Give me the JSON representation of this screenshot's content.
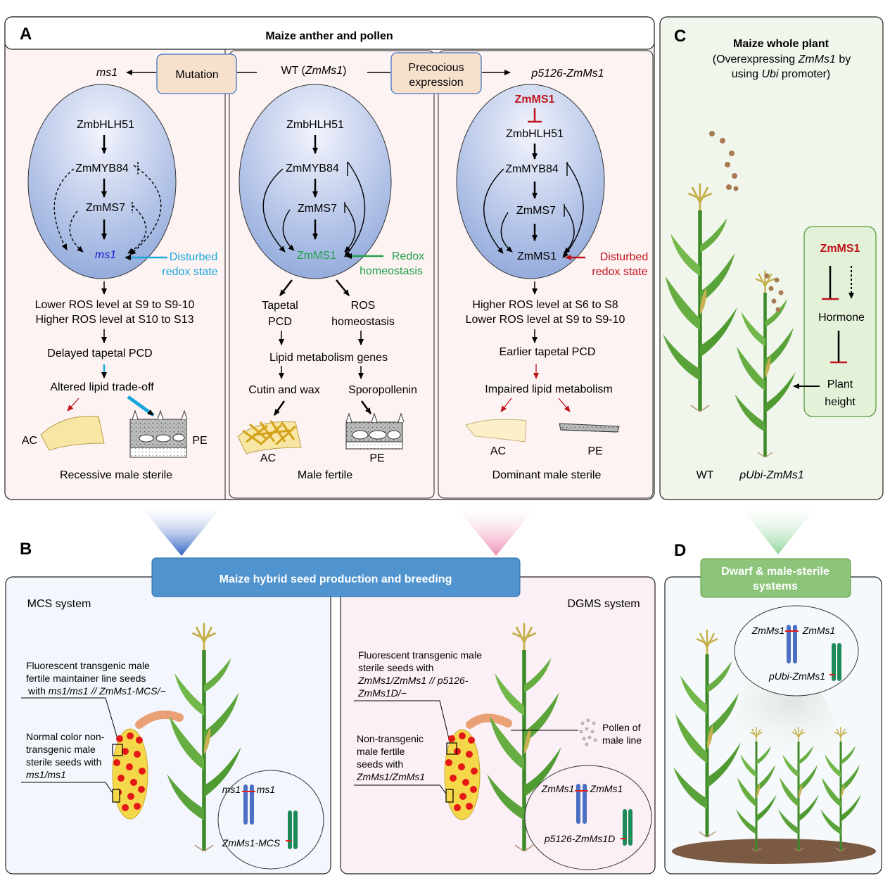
{
  "panels": {
    "A": {
      "letter": "A",
      "title": "Maize anther and pollen",
      "top": {
        "ms1": "ms1",
        "mutation": "Mutation",
        "wt_prefix": "WT (",
        "wt_gene": "ZmMs1",
        "wt_suffix": ")",
        "precocious_line1": "Precocious",
        "precocious_line2": "expression",
        "p5126": "p5126-ZmMs1"
      },
      "left": {
        "genes": [
          "ZmbHLH51",
          "ZmMYB84",
          "ZmMS7",
          "ms1"
        ],
        "arrow_label_line1": "Disturbed",
        "arrow_label_line2": "redox state",
        "flow": [
          "Lower ROS level at S9 to S9-10",
          "Higher ROS level at S10 to S13",
          "Delayed tapetal PCD",
          "Altered lipid trade-off"
        ],
        "ac": "AC",
        "pe": "PE",
        "footer": "Recessive male sterile"
      },
      "middle": {
        "genes": [
          "ZmbHLH51",
          "ZmMYB84",
          "ZmMS7",
          "ZmMS1"
        ],
        "arrow_label_line1": "Redox",
        "arrow_label_line2": "homeostasis",
        "tapetal_line1": "Tapetal",
        "tapetal_line2": "PCD",
        "ros_line1": "ROS",
        "ros_line2": "homeostasis",
        "lipid": "Lipid metabolism genes",
        "cutin": "Cutin and wax",
        "sporopollenin": "Sporopollenin",
        "ac": "AC",
        "pe": "PE",
        "footer": "Male fertile"
      },
      "right": {
        "top_gene": "ZmMS1",
        "genes": [
          "ZmbHLH51",
          "ZmMYB84",
          "ZmMS7",
          "ZmMS1"
        ],
        "arrow_label_line1": "Disturbed",
        "arrow_label_line2": "redox state",
        "flow": [
          "Higher ROS level at S6 to S8",
          "Lower ROS level at S9 to S9-10",
          "Earlier tapetal PCD",
          "Impaired lipid metabolism"
        ],
        "ac": "AC",
        "pe": "PE",
        "footer": "Dominant male sterile"
      }
    },
    "B": {
      "letter": "B",
      "banner": "Maize hybrid seed production and breeding",
      "mcs": {
        "title": "MCS system",
        "label1_line1": "Fluorescent transgenic male",
        "label1_line2": "fertile maintainer line seeds",
        "label1_line3_prefix": "with ",
        "label1_line3_italic": "ms1/ms1 // ZmMs1-MCS/−",
        "label2_line1": "Normal color non-",
        "label2_line2": "transgenic male",
        "label2_line3": "sterile seeds with",
        "label2_line4": "ms1/ms1",
        "chrom_left": "ms1",
        "chrom_right": "ms1",
        "chrom_bottom": "ZmMs1-MCS"
      },
      "dgms": {
        "title": "DGMS system",
        "label1_line1": "Fluorescent transgenic male",
        "label1_line2": "sterile seeds with",
        "label1_line3": "ZmMs1/ZmMs1 // p5126-",
        "label1_line4": "ZmMs1D/−",
        "label2_line1": "Non-transgenic",
        "label2_line2": "male fertile",
        "label2_line3": "seeds with",
        "label2_line4": "ZmMs1/ZmMs1",
        "pollen_line1": "Pollen of",
        "pollen_line2": "male line",
        "chrom_left": "ZmMs1",
        "chrom_right": "ZmMs1",
        "chrom_bottom": "p5126-ZmMs1D"
      }
    },
    "C": {
      "letter": "C",
      "title": "Maize whole plant",
      "sub_line1_prefix": "(Overexpressing ",
      "sub_line1_gene": "ZmMs1",
      "sub_line1_suffix": " by",
      "sub_line2_prefix": "using ",
      "sub_line2_gene": "Ubi",
      "sub_line2_suffix": " promoter)",
      "box_gene": "ZmMS1",
      "hormone": "Hormone",
      "plant_line1": "Plant",
      "plant_line2": "height",
      "wt": "WT",
      "pubi": "pUbi-ZmMs1"
    },
    "D": {
      "letter": "D",
      "banner_line1": "Dwarf & male-sterile",
      "banner_line2": "systems",
      "chrom_left": "ZmMs1",
      "chrom_right": "ZmMs1",
      "chrom_bottom": "pUbi-ZmMs1"
    }
  },
  "colors": {
    "panelA_bg": "#fdf3f3",
    "panelC_bg": "#f1f6ec",
    "ellipse_top": "#eef0fb",
    "ellipse_bottom": "#8da6d8",
    "red": "#c0141b",
    "blue_label": "#1aa6dc",
    "green_label": "#22a04b",
    "banner_blue": "#4f93cf",
    "banner_green": "#8cc47a",
    "tan_box": "#f7e0cc"
  }
}
